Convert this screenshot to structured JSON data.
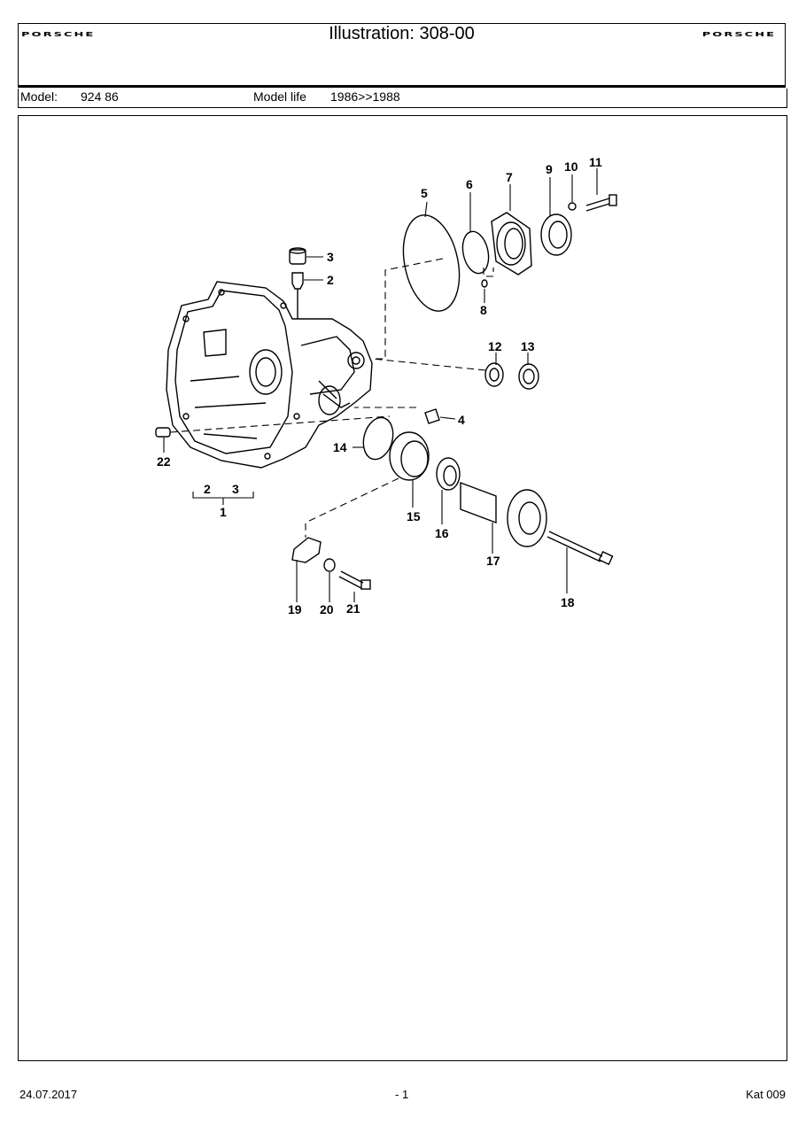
{
  "header": {
    "brand_left": "PORSCHE",
    "brand_right": "PORSCHE",
    "title": "Illustration: 308-00"
  },
  "model": {
    "model_label": "Model:",
    "model_value": "924 86",
    "life_label": "Model life",
    "life_value": "1986>>1988"
  },
  "callouts": {
    "c1": "1",
    "c2": "2",
    "c3": "3",
    "c4": "4",
    "c5": "5",
    "c6": "6",
    "c7": "7",
    "c8": "8",
    "c9": "9",
    "c10": "10",
    "c11": "11",
    "c12": "12",
    "c13": "13",
    "c14": "14",
    "c15": "15",
    "c16": "16",
    "c17": "17",
    "c18": "18",
    "c19": "19",
    "c20": "20",
    "c21": "21",
    "c22": "22",
    "c2b": "2",
    "c3b": "3"
  },
  "footer": {
    "date": "24.07.2017",
    "page": "- 1",
    "catalog": "Kat 009"
  }
}
